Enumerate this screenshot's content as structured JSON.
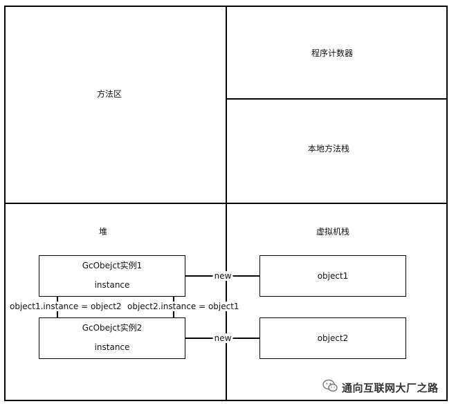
{
  "regions": {
    "method_area": "方法区",
    "program_counter": "程序计数器",
    "native_stack": "本地方法栈",
    "heap": "堆",
    "vm_stack": "虚拟机栈"
  },
  "heap_objects": [
    {
      "title": "GcObejct实例1",
      "field": "instance"
    },
    {
      "title": "GcObejct实例2",
      "field": "instance"
    }
  ],
  "references": {
    "obj1_to_obj2": "object1.instance = object2",
    "obj2_to_obj1": "object2.instance = object1"
  },
  "stack_vars": [
    "object1",
    "object2"
  ],
  "arrow_labels": [
    "new",
    "new"
  ],
  "watermark": {
    "icon": "wechat-icon",
    "text": "通向互联网大厂之路"
  }
}
